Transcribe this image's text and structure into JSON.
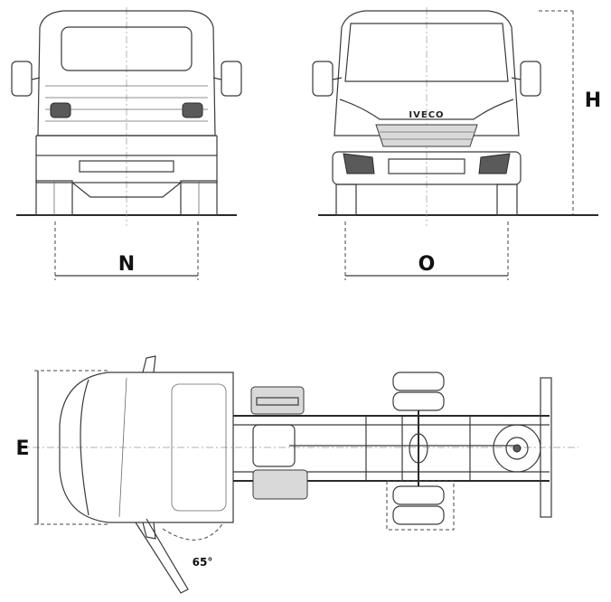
{
  "dimensions": {
    "height_label": "H",
    "rear_track_label": "N",
    "front_track_label": "O",
    "width_label": "E"
  },
  "steering_angle": "65°",
  "brand": "IVECO"
}
